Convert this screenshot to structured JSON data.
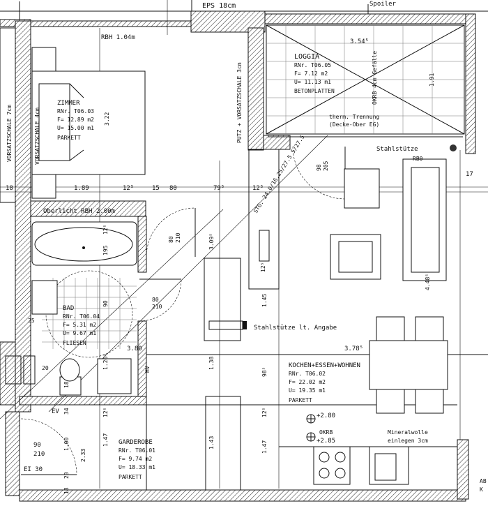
{
  "top_labels": {
    "eps": "EPS 18cm",
    "spoiler": "Spoiler"
  },
  "rbh_label": "RBH 1.04m",
  "vorsatzschale_label": "PUTZ + VORSATZSCHALE 3cm",
  "left_vorsatzschale_1": "VORSATZSCHALE 7cm",
  "left_vorsatzschale_2": "VORSATZSCHALE 4cm",
  "loggia": {
    "dim_width": "3.54⁵",
    "name": "LOGGIA",
    "rnr": "RNr.  T06.05",
    "area": "F= 7.12 m2",
    "perimeter": "U= 11.13 m1",
    "floor": "BETONPLATTEN",
    "okrb": "OKRB 4cm Gefälle",
    "dim_right": "1.91",
    "thermal_1": "therm. Trennung",
    "thermal_2": "(Decke-Ober EG)"
  },
  "zimmer": {
    "name": "ZIMMER",
    "rnr": "RNr.  T06.03",
    "area": "F= 12.89 m2",
    "perimeter": "U= 15.00 m1",
    "floor": "PARKETT",
    "dim_height": "3.22"
  },
  "dimension_row": {
    "d1": "18",
    "d2": "1.89",
    "d3": "12⁵",
    "d4": "15",
    "d5": "80",
    "d6": "79⁵",
    "d7": "12⁵",
    "d8": "17"
  },
  "stahlstuetze_top": "Stahlstütze",
  "rb_label": "RB0",
  "overlight_label": "Oberlicht RBH 2.00m",
  "door_labels": {
    "door_80_210_a_w": "80",
    "door_80_210_a_h": "210",
    "door_80_210_b_w": "80",
    "door_80_210_b_h": "210",
    "door_98_205_w": "98",
    "door_98_205_h": "205",
    "door_90_210_w": "90",
    "door_90_210_h": "210",
    "ei30": "EI 30"
  },
  "bad": {
    "name": "BAD",
    "rnr": "RNr.  T06.04",
    "area": "F= 5.31 m2",
    "perimeter": "U= 9.67 m1",
    "floor": "FLIESEN",
    "dim_195": "195",
    "dim_125": "12⁵",
    "dim_90": "90",
    "dim_1265": "1.26⁵",
    "dim_380": "3.80",
    "dim_18": "18",
    "dim_25": "25",
    "dim_20": "20"
  },
  "stiege": {
    "label": "STG. 24.0/16.25/27.5 5/27.5",
    "dim_309": "3.09⁵",
    "dim_125a": "12⁵",
    "dim_145": "1.45"
  },
  "stahlstuetze_mid": "Stahlstütze lt. Angabe",
  "hv_label": "HV",
  "kochen": {
    "name": "KOCHEN+ESSEN+WOHNEN",
    "rnr": "RNr.  T06.02",
    "area": "F= 22.02 m2",
    "perimeter": "U= 19.35 m1",
    "floor": "PARKETT",
    "dim_448": "4.48⁵",
    "dim_378": "3.78⁵",
    "dim_138": "1.38",
    "dim_985": "98⁵",
    "dim_125b": "12⁵",
    "dim_147": "1.47"
  },
  "level_marks": {
    "mark1": "+2.80",
    "okrb": "OKRB",
    "mark2": "+2.85"
  },
  "mineralwolle_1": "Mineralwolle",
  "mineralwolle_2": "einlegen 3cm",
  "garderobe": {
    "name": "GARDEROBE",
    "rnr": "RNr.  T06.01",
    "area": "F= 9.74 m2",
    "perimeter": "U= 18.33 m1",
    "floor": "PARKETT",
    "dim_147": "1.47",
    "dim_125": "12⁵",
    "dim_143": "1.43",
    "dim_100": "1.00",
    "dim_233": "2.33",
    "dim_34": "34",
    "dim_20": "20",
    "dim_18": "18",
    "ev": "EV"
  },
  "right_edge_1": "AB",
  "right_edge_2": "K"
}
